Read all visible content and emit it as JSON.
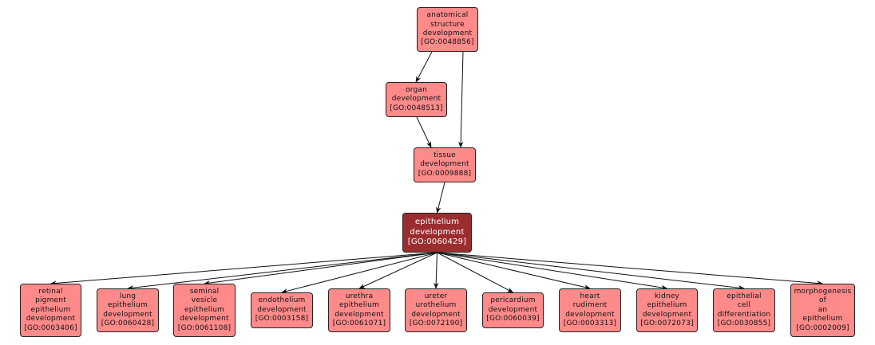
{
  "colors": {
    "node_fill": "#ff8a8a",
    "focus_fill": "#9b2d2f",
    "edge": "#111111"
  },
  "nodes": [
    {
      "id": "n0",
      "lines": [
        "anatomical",
        "structure",
        "development",
        "[GO:0048856]"
      ]
    },
    {
      "id": "n1",
      "lines": [
        "organ",
        "development",
        "[GO:0048513]"
      ]
    },
    {
      "id": "n2",
      "lines": [
        "tissue",
        "development",
        "[GO:0009888]"
      ]
    },
    {
      "id": "n3",
      "lines": [
        "epithelium",
        "development",
        "[GO:0060429]"
      ],
      "focus": true
    },
    {
      "id": "c0",
      "lines": [
        "retinal",
        "pigment",
        "epithelium",
        "development",
        "[GO:0003406]"
      ]
    },
    {
      "id": "c1",
      "lines": [
        "lung",
        "epithelium",
        "development",
        "[GO:0060428]"
      ]
    },
    {
      "id": "c2",
      "lines": [
        "seminal",
        "vesicle",
        "epithelium",
        "development",
        "[GO:0061108]"
      ]
    },
    {
      "id": "c3",
      "lines": [
        "endothelium",
        "development",
        "[GO:0003158]"
      ]
    },
    {
      "id": "c4",
      "lines": [
        "urethra",
        "epithelium",
        "development",
        "[GO:0061071]"
      ]
    },
    {
      "id": "c5",
      "lines": [
        "ureter",
        "urothelium",
        "development",
        "[GO:0072190]"
      ]
    },
    {
      "id": "c6",
      "lines": [
        "pericardium",
        "development",
        "[GO:0060039]"
      ]
    },
    {
      "id": "c7",
      "lines": [
        "heart",
        "rudiment",
        "development",
        "[GO:0003313]"
      ]
    },
    {
      "id": "c8",
      "lines": [
        "kidney",
        "epithelium",
        "development",
        "[GO:0072073]"
      ]
    },
    {
      "id": "c9",
      "lines": [
        "epithelial",
        "cell",
        "differentiation",
        "[GO:0030855]"
      ]
    },
    {
      "id": "c10",
      "lines": [
        "morphogenesis",
        "of",
        "an",
        "epithelium",
        "[GO:0002009]"
      ]
    }
  ],
  "edges": [
    [
      "n0",
      "n1"
    ],
    [
      "n0",
      "n2"
    ],
    [
      "n1",
      "n2"
    ],
    [
      "n2",
      "n3"
    ],
    [
      "n3",
      "c0"
    ],
    [
      "n3",
      "c1"
    ],
    [
      "n3",
      "c2"
    ],
    [
      "n3",
      "c3"
    ],
    [
      "n3",
      "c4"
    ],
    [
      "n3",
      "c5"
    ],
    [
      "n3",
      "c6"
    ],
    [
      "n3",
      "c7"
    ],
    [
      "n3",
      "c8"
    ],
    [
      "n3",
      "c9"
    ],
    [
      "n3",
      "c10"
    ]
  ]
}
